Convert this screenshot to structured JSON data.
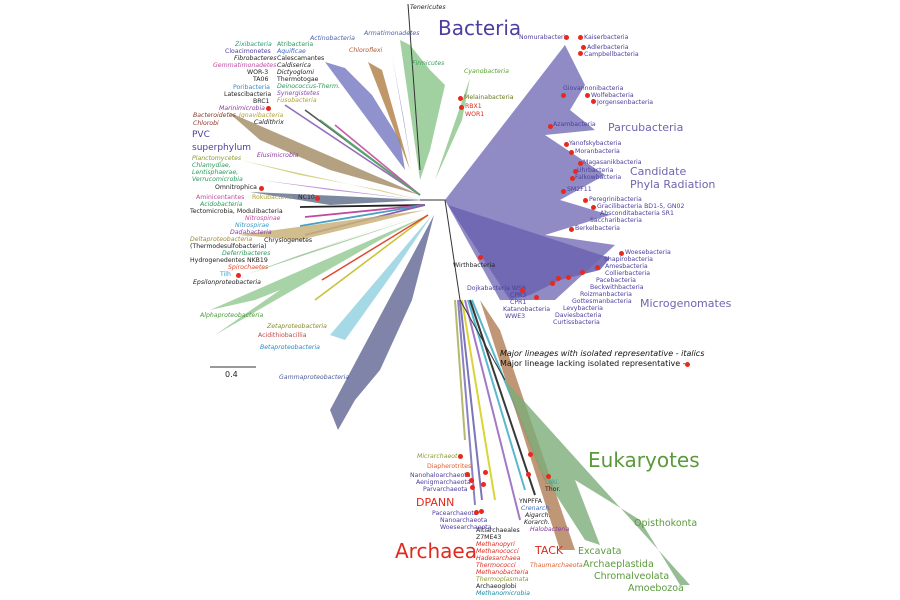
{
  "colors": {
    "bacteria": "#4b3f9e",
    "cpr": "#6e65b0",
    "archaea": "#e02a1f",
    "eukaryotes": "#5a9a3c",
    "red_dot": "#e8291c",
    "text": "#222222"
  },
  "domains": {
    "bacteria": "Bacteria",
    "archaea": "Archaea",
    "eukaryotes": "Eukaryotes"
  },
  "groups": {
    "parcubacteria": "Parcubacteria",
    "cpr_line1": "Candidate",
    "cpr_line2": "Phyla Radiation",
    "microgenomates": "Microgenomates",
    "dpann": "DPANN",
    "tack": "TACK",
    "pvc_line1": "PVC",
    "pvc_line2": "superphylum"
  },
  "legend": {
    "italics": "Major lineages with isolated representative - italics",
    "dot": "Major lineage lacking isolated representative -"
  },
  "scale_bar": {
    "value": "0.4"
  },
  "bacteria_left": [
    "Zixibacteria",
    "Cloacimonetes",
    "Fibrobacteres",
    "Gemmatimonadetes",
    "WOR-3",
    "TA06",
    "Poribacteria",
    "Latescibacteria",
    "BRC1",
    "Atribacteria",
    "Aquificae",
    "Calescamantes",
    "Caldiserica",
    "Dictyoglomi",
    "Thermotogae",
    "Deinococcus-Therm.",
    "Synergistetes",
    "Fusobacteria",
    "Marinimicrobia",
    "Ignavibacteria",
    "Caldithrix",
    "Bacteroidetes",
    "Chlorobi",
    "Planctomycetes",
    "Chlamydiae,",
    "Lentisphaerae,",
    "Verrucomicrobia",
    "Elusimicrobia",
    "Omnitrophica",
    "Aminicentantes",
    "Rokubacteria",
    "NC10",
    "Acidobacteria",
    "Tectomicrobia, Modulibacteria",
    "Nitrospinae",
    "Nitrospirae",
    "Dadabacteria",
    "Deltaproteobacteria",
    "(Thermodesulfobacteria)",
    "Chrysiogenetes",
    "Deferribacteres",
    "Hydrogenedentes NKB19",
    "Spirochaetes",
    "Tilh",
    "Epsilonproteobacteria",
    "Alphaproteobacteria",
    "Zetaproteobacteria",
    "Acidithiobacillia",
    "Betaproteobacteria",
    "Gammaproteobacteria"
  ],
  "bacteria_top": [
    "Tenericutes",
    "Actinobacteria",
    "Armatimonadetes",
    "Chloroflexi",
    "Firmicutes",
    "Cyanobacteria",
    "Melainabacteria",
    "RBX1",
    "WOR1"
  ],
  "cpr": [
    "Nomurabacteria",
    "Kaiserbacteria",
    "Adlerbacteria",
    "Campbellbacteria",
    "Giovannonibacteria",
    "Wolfebacteria",
    "Jorgensenbacteria",
    "Azambacteria",
    "Yanofskybacteria",
    "Moranbacteria",
    "Magasanikbacteria",
    "Uhrbacteria",
    "Falkowbacteria",
    "SM2F11",
    "Peregrinibacteria",
    "Gracilibacteria BD1-5, GN02",
    "Absconditabacteria SR1",
    "Saccharibacteria",
    "Berkelbacteria",
    "Wirthbacteria",
    "Woesebacteria",
    "Shapirobacteria",
    "Amesbacteria",
    "Collierbacteria",
    "Pacebacteria",
    "Beckwithbacteria",
    "Roizmanbacteria",
    "Gottesmanbacteria",
    "Levybacteria",
    "Daviesbacteria",
    "Curtissbacteria",
    "Dojkabacteria WS6",
    "CPR3",
    "CPR1",
    "Katanobacteria",
    "WWE3"
  ],
  "archaea": [
    "Micrarchaeota",
    "Diapherotrites",
    "Nanohaloarchaeota",
    "Aenigmarchaeota",
    "Parvarchaeota",
    "Pacearchaeota",
    "Nanoarchaeota",
    "Woesearchaeota",
    "YNPFFA",
    "Crenarch.",
    "Aigarch.",
    "Korarch.",
    "Loki.",
    "Thor.",
    "Halobacteria",
    "Altiarchaeales",
    "Z7ME43",
    "Methanopyri",
    "Methanococci",
    "Hadesarchaea",
    "Thermococci",
    "Methanobacteria",
    "Thermoplasmata",
    "Archaeoglobi",
    "Methanomicrobia",
    "Thaumarchaeota"
  ],
  "eukaryotes": [
    "Opisthokonta",
    "Excavata",
    "Archaeplastida",
    "Chromalveolata",
    "Amoebozoa"
  ]
}
